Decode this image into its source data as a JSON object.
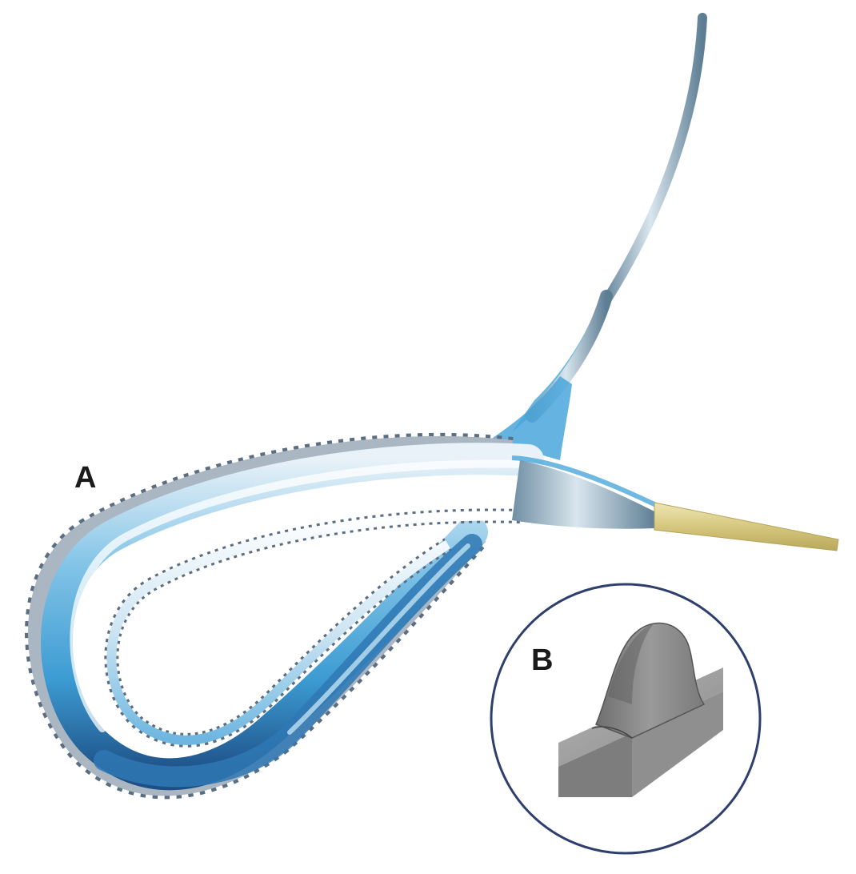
{
  "labels": {
    "panel_a": "A",
    "panel_b": "B"
  },
  "colors": {
    "background": "#ffffff",
    "catheter_blue": "#5aaedb",
    "catheter_light": "#d8ecf6",
    "catheter_dark": "#1d4f86",
    "metal": "#9aa7b3",
    "tip_gold": "#d9cc8a",
    "inset_ring": "#2e3f6e",
    "inset_block": "#8a8a8a"
  },
  "icons": {
    "panel_a_image": "looped-catheter-with-serrated-edges",
    "panel_b_image": "rounded-tooth-profile-closeup"
  }
}
